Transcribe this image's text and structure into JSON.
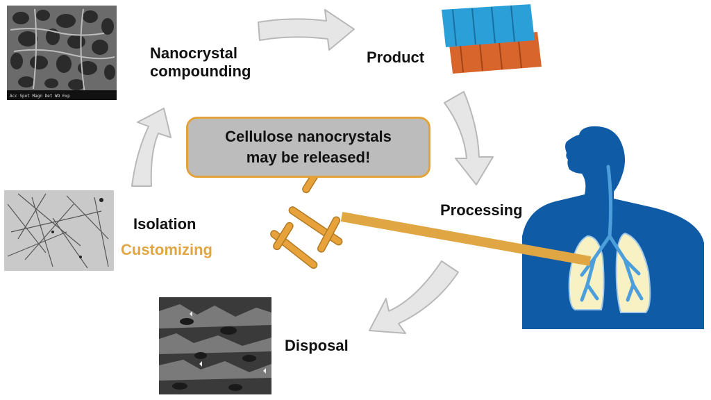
{
  "labels": {
    "compounding_1": "Nanocrystal",
    "compounding_2": "compounding",
    "product": "Product",
    "processing": "Processing",
    "isolation": "Isolation",
    "customizing": "Customizing",
    "disposal": "Disposal"
  },
  "callout": {
    "line1": "Cellulose nanocrystals",
    "line2": "may be released!"
  },
  "sem_top_caption": "Acc Spot Magn Det WD Exp",
  "colors": {
    "accent": "#e0a644",
    "arrow_fill": "#e6e6e6",
    "arrow_stroke": "#b8b8b8",
    "human_blue": "#0f5ba6",
    "lung_fill": "#f7f1c4",
    "roof_blue": "#2a9fd8",
    "roof_orange": "#d8662c"
  }
}
